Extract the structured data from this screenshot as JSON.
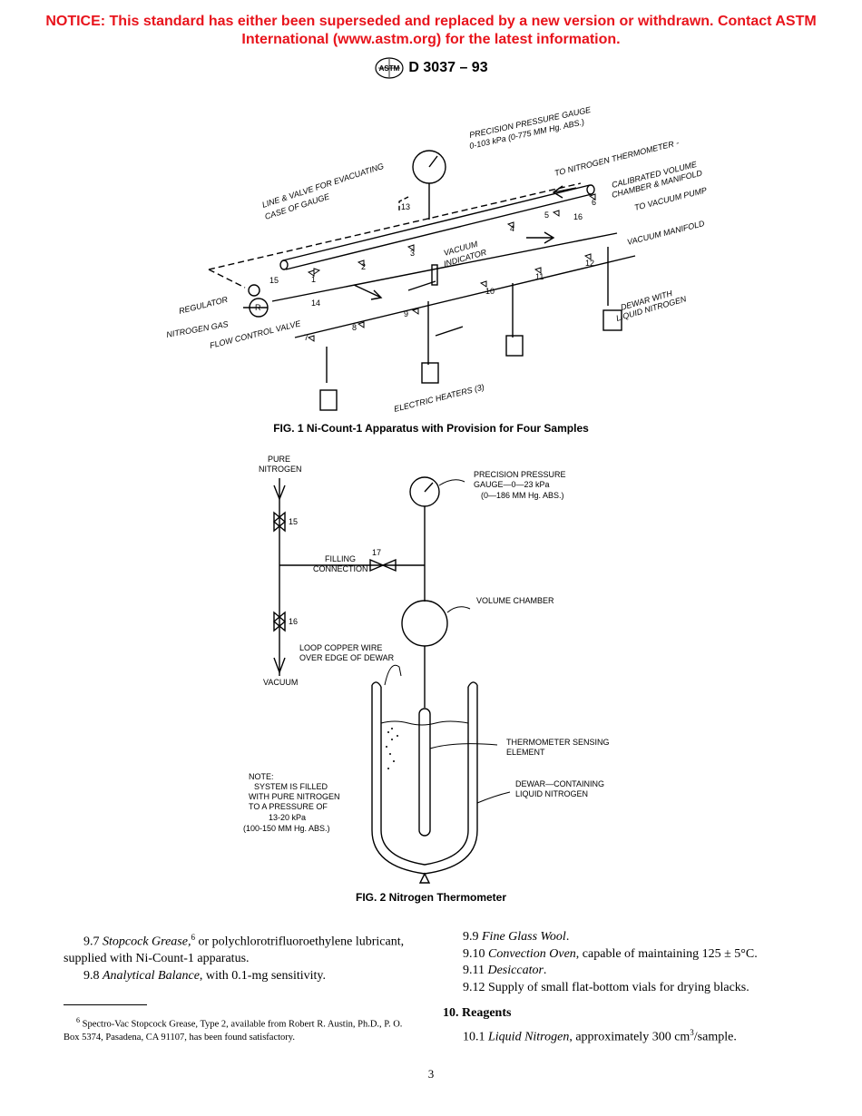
{
  "notice": {
    "line1": "NOTICE: This standard has either been superseded and replaced by a new version or withdrawn.  Contact ASTM",
    "line2": "International (www.astm.org) for the latest information."
  },
  "header": {
    "designation": "D 3037 – 93",
    "logo": "astm-logo-icon"
  },
  "figure1": {
    "caption": "FIG. 1 Ni-Count-1 Apparatus with Provision for Four Samples",
    "labels": {
      "gauge_line1": "PRECISION PRESSURE GAUGE",
      "gauge_line2": "0-103 kPa (0-775 MM Hg. ABS.)",
      "thermo_line1": "TO NITROGEN THERMOMETER -",
      "thermo_line2": "CALIBRATED VOLUME",
      "thermo_line3": "CHAMBER & MANIFOLD",
      "vacuum_pump": "TO VACUUM PUMP",
      "vacuum_manifold": "VACUUM MANIFOLD",
      "line_valve1": "LINE & VALVE FOR EVACUATING",
      "line_valve2": "CASE OF GAUGE",
      "vacuum_indicator1": "VACUUM",
      "vacuum_indicator2": "INDICATOR",
      "regulator": "REGULATOR",
      "nitrogen_gas": "NITROGEN GAS",
      "flow_control": "FLOW CONTROL VALVE",
      "dewar1": "DEWAR WITH",
      "dewar2": "LIQUID NITROGEN",
      "heaters": "ELECTRIC HEATERS (3)",
      "r": "R"
    },
    "valve_numbers": [
      "1",
      "2",
      "3",
      "4",
      "5",
      "6",
      "7",
      "8",
      "9",
      "10",
      "11",
      "12",
      "13",
      "14",
      "15",
      "16"
    ]
  },
  "figure2": {
    "caption": "FIG. 2 Nitrogen Thermometer",
    "labels": {
      "pure1": "PURE",
      "pure2": "NITROGEN",
      "v15": "15",
      "v16": "16",
      "v17": "17",
      "filling1": "FILLING",
      "filling2": "CONNECTION",
      "vacuum": "VACUUM",
      "gauge1": "PRECISION PRESSURE",
      "gauge2": "GAUGE—0—23 kPa",
      "gauge3": "(0—186 MM Hg. ABS.)",
      "volume": "VOLUME CHAMBER",
      "loop1": "LOOP COPPER WIRE",
      "loop2": "OVER EDGE OF DEWAR",
      "sensing1": "THERMOMETER SENSING",
      "sensing2": "ELEMENT",
      "dewar1": "DEWAR—CONTAINING",
      "dewar2": "LIQUID NITROGEN",
      "note1": "NOTE:",
      "note2": "SYSTEM IS FILLED",
      "note3": "WITH PURE NITROGEN",
      "note4": "TO A PRESSURE OF",
      "note5": "13-20 kPa",
      "note6": "(100-150 MM Hg. ABS.)"
    }
  },
  "body_left": {
    "p97_num": "9.7",
    "p97_title": "Stopcock Grease,",
    "p97_sup": "6",
    "p97_text": " or polychlorotrifluoroethylene lubricant, supplied with Ni-Count-1 apparatus.",
    "p98_num": "9.8",
    "p98_title": "Analytical Balance",
    "p98_text": ", with 0.1-mg sensitivity."
  },
  "footnote": {
    "sup": "6",
    "text": " Spectro-Vac Stopcock Grease, Type 2, available from Robert R. Austin, Ph.D., P. O. Box 5374, Pasadena, CA 91107, has been found satisfactory."
  },
  "body_right": {
    "p99_num": "9.9",
    "p99_title": "Fine Glass Wool",
    "p99_text": ".",
    "p910_num": "9.10",
    "p910_title": "Convection Oven",
    "p910_text": ", capable of maintaining 125 ± 5°C.",
    "p911_num": "9.11",
    "p911_title": "Desiccator",
    "p911_text": ".",
    "p912_num": "9.12",
    "p912_text": "Supply of small flat-bottom vials for drying blacks."
  },
  "section10": {
    "title": "10. Reagents"
  },
  "p101": {
    "num": "10.1",
    "title": "Liquid Nitrogen",
    "text": ", approximately 300 cm",
    "sup": "3",
    "text2": "/sample."
  },
  "page_number": "3"
}
